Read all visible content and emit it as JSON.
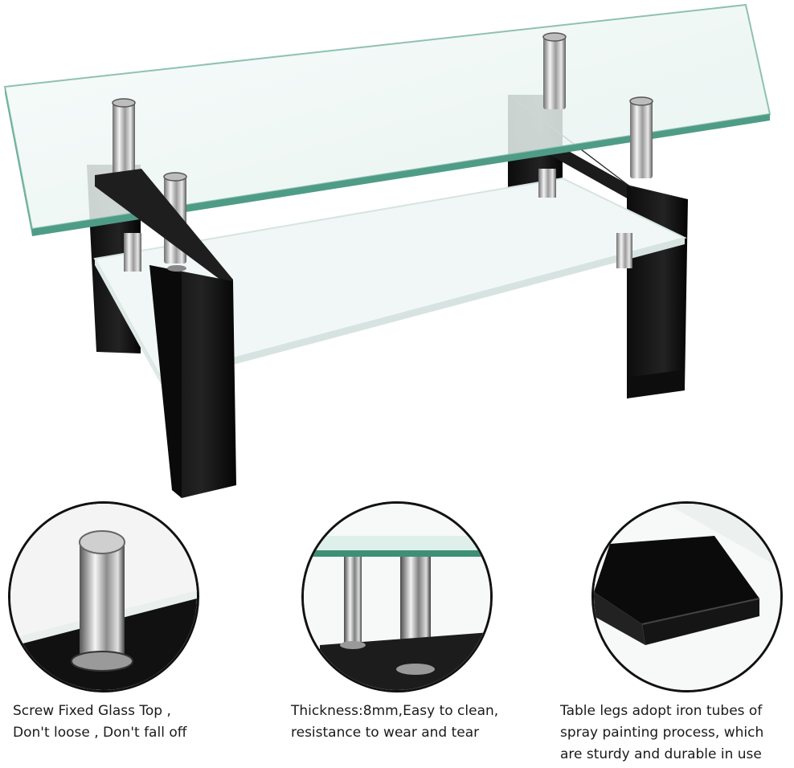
{
  "captions": [
    {
      "line1": "Screw Fixed Glass Top ,",
      "line2": "Don't loose , Don't fall off"
    },
    {
      "line1": "Thickness:8mm,Easy to clean,",
      "line2": "resistance to wear and tear"
    },
    {
      "line1": "Table legs adopt iron tubes of",
      "line2": "spray painting process, which",
      "line3": "are sturdy and durable in use"
    }
  ],
  "colors": {
    "leg": "#141414",
    "glass_edge": "#4f9c86",
    "glass_fill": "#eef7f4",
    "chrome": "#c9c9c9",
    "frosted": "#f3f8f7"
  }
}
